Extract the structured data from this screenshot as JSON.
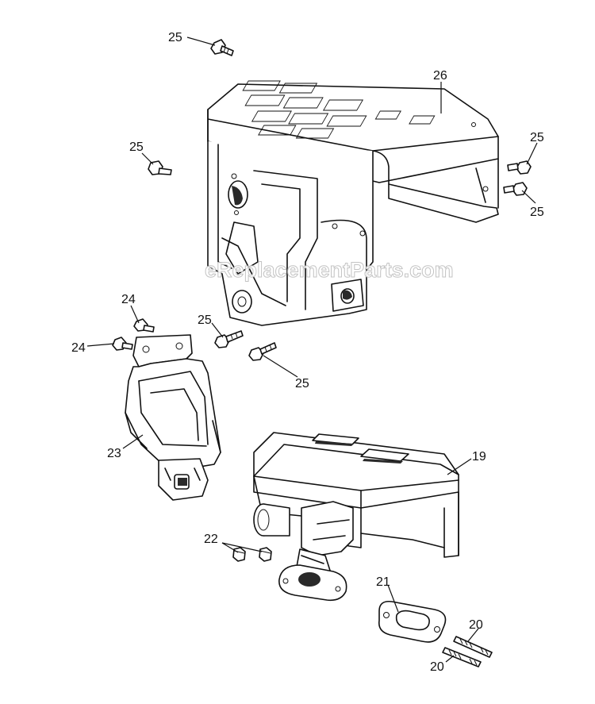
{
  "watermark": "eReplacementParts.com",
  "callouts": {
    "c25_top": "25",
    "c26": "26",
    "c25_left": "25",
    "c25_right_upper": "25",
    "c25_right_lower": "25",
    "c24_upper": "24",
    "c24_lower": "24",
    "c25_mid": "25",
    "c25_mid_lower": "25",
    "c23": "23",
    "c19": "19",
    "c22": "22",
    "c21": "21",
    "c20_upper": "20",
    "c20_lower": "20"
  }
}
